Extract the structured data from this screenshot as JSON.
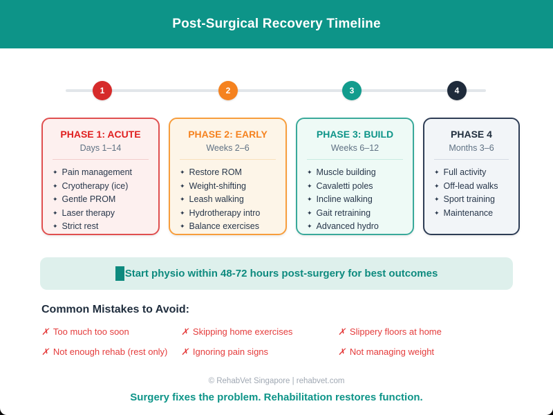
{
  "header": {
    "title": "Post-Surgical Recovery Timeline",
    "bg_color": "#0d9488"
  },
  "timeline": {
    "steps": [
      {
        "number": "1",
        "color": "#d62b2b"
      },
      {
        "number": "2",
        "color": "#f5821f"
      },
      {
        "number": "3",
        "color": "#129c8d"
      },
      {
        "number": "4",
        "color": "#1f2b3b"
      }
    ]
  },
  "phases": [
    {
      "title": "PHASE 1: ACUTE",
      "subtitle": "Days 1–14",
      "accent_color": "#e01f1f",
      "items": [
        "Pain management",
        "Cryotherapy (ice)",
        "Gentle PROM",
        "Laser therapy",
        "Strict rest"
      ]
    },
    {
      "title": "PHASE 2: EARLY",
      "subtitle": "Weeks 2–6",
      "accent_color": "#f5821f",
      "items": [
        "Restore ROM",
        "Weight-shifting",
        "Leash walking",
        "Hydrotherapy intro",
        "Balance exercises"
      ]
    },
    {
      "title": "PHASE 3: BUILD",
      "subtitle": "Weeks 6–12",
      "accent_color": "#0d9488",
      "items": [
        "Muscle building",
        "Cavaletti poles",
        "Incline walking",
        "Gait retraining",
        "Advanced hydro"
      ]
    },
    {
      "title": "PHASE 4",
      "subtitle": "Months 3–6",
      "accent_color": "#1f2d3d",
      "items": [
        "Full activity",
        "Off-lead walks",
        "Sport training",
        "Maintenance"
      ]
    }
  ],
  "tip_banner": {
    "text": "Start physio within 48-72 hours post-surgery for best outcomes",
    "text_color": "#0d8a7e",
    "bg_color": "#def0ec"
  },
  "mistakes": {
    "heading": "Common Mistakes to Avoid:",
    "items": [
      "Too much too soon",
      "Not enough rehab (rest only)",
      "Skipping home exercises",
      "Ignoring pain signs",
      "Slippery floors at home",
      "Not managing weight"
    ],
    "text_color": "#e43b3b"
  },
  "footer": {
    "copyright": "© RehabVet Singapore | rehabvet.com",
    "tagline": "Surgery fixes the problem. Rehabilitation restores function."
  },
  "icons": {
    "bullet": "✦",
    "cross": "✗",
    "tip": "solid-block"
  }
}
